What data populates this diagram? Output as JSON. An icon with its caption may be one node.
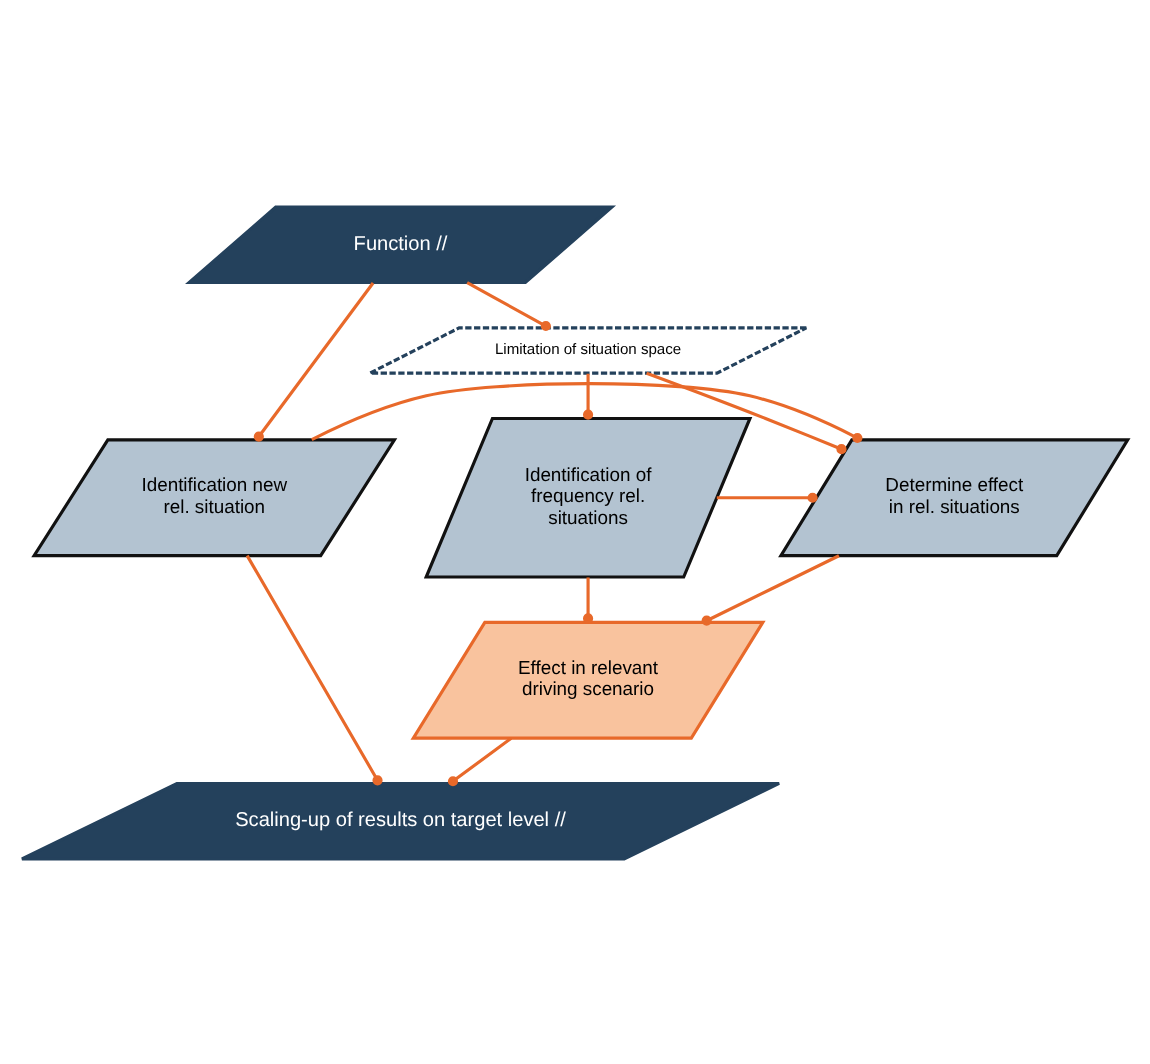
{
  "diagram": {
    "nodes": [
      {
        "text": [
          "Function //"
        ]
      },
      {
        "text": [
          "Limitation of situation space"
        ]
      },
      {
        "text": [
          "Identification of frequency rel. situations"
        ]
      },
      {
        "text": [
          "Determine effect in rel. situations"
        ]
      },
      {
        "text": [
          "Identification new rel. situation"
        ]
      },
      {
        "text": [
          "Effect in relevant driving scenario"
        ]
      },
      {
        "text": [
          "Scaling-up of results on target level //"
        ]
      }
    ],
    "edges": [
      {
        "from": 0,
        "to": 1,
        "arrow": "other"
      },
      {
        "from": 0,
        "to": 4,
        "arrow": "other"
      },
      {
        "from": 1,
        "to": 2,
        "arrow": "other"
      },
      {
        "from": 1,
        "to": 3,
        "arrow": "other"
      },
      {
        "from": 2,
        "to": 3,
        "arrow": "other"
      },
      {
        "from": 4,
        "to": 3,
        "arrow": "other"
      },
      {
        "from": 2,
        "to": 5,
        "arrow": "other"
      },
      {
        "from": 3,
        "to": 5,
        "arrow": "other"
      },
      {
        "from": 5,
        "to": 6,
        "arrow": "other"
      },
      {
        "from": 4,
        "to": 6,
        "arrow": "other"
      }
    ]
  }
}
